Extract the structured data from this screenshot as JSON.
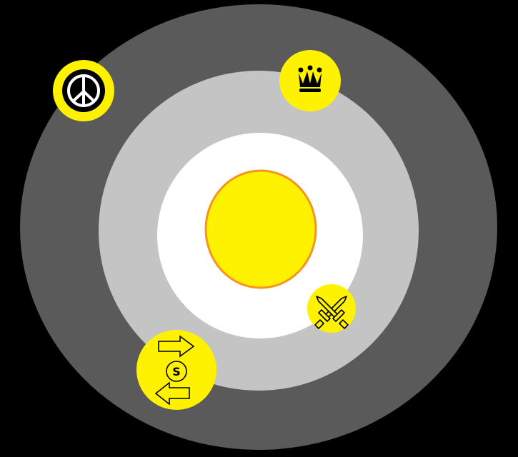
{
  "colors": {
    "background": "#000000",
    "outer_ring": "#5a5a5a",
    "middle_ring": "#c4c4c4",
    "inner_ring": "#ffffff",
    "sun_fill": "#fff200",
    "sun_stroke": "#f7941d",
    "token_fill": "#fff200",
    "icon_dark": "#000000",
    "icon_light": "#ffffff"
  },
  "rings": [
    {
      "name": "outer-ring",
      "color": "outer_ring"
    },
    {
      "name": "middle-ring",
      "color": "middle_ring"
    },
    {
      "name": "inner-ring",
      "color": "inner_ring"
    }
  ],
  "tokens": [
    {
      "name": "peace-token",
      "icon": "peace-icon"
    },
    {
      "name": "crown-token",
      "icon": "crown-icon"
    },
    {
      "name": "crossed-swords-token",
      "icon": "crossed-swords-icon"
    },
    {
      "name": "trade-token",
      "icon": "trade-arrows-icon",
      "glyph": "S"
    }
  ]
}
